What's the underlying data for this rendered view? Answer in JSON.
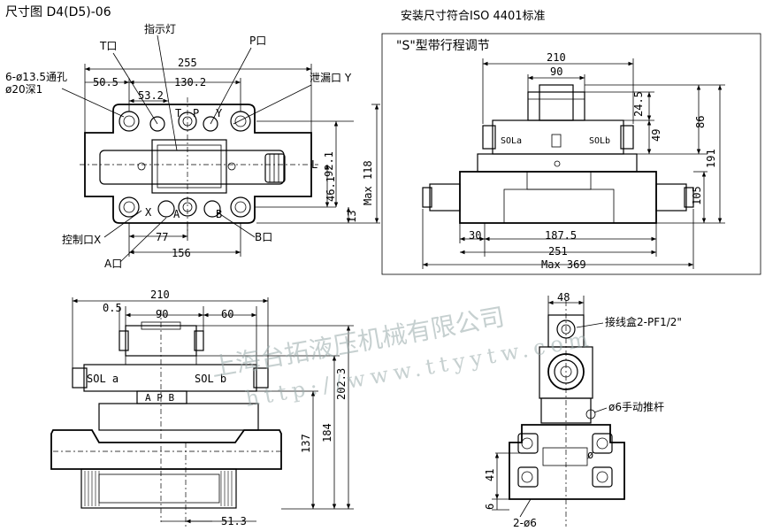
{
  "titles": {
    "main": "尺寸图 D4(D5)-06",
    "iso": "安装尺寸符合ISO 4401标准",
    "s_type": "\"S\"型带行程调节"
  },
  "top_view": {
    "callouts": {
      "indicator": "指示灯",
      "t_port": "T口",
      "p_port": "P口",
      "leak_port": "泄漏口 Y",
      "holes": "6-ø13.5通孔",
      "counterbore": "ø20深1",
      "control_x": "控制口X",
      "b_port": "B口",
      "a_port": "A口",
      "l_mark": "L"
    },
    "dims": {
      "d255": "255",
      "d50_5": "50.5",
      "d130_2": "130.2",
      "d53_2": "53.2",
      "d92_1": "92.1",
      "d46_1": "46.1",
      "d13": "13",
      "max118": "Max 118",
      "d77": "77",
      "d156": "156"
    },
    "port_letters": {
      "t": "T",
      "p": "P",
      "y": "Y",
      "x": "X",
      "a": "A",
      "b": "B"
    }
  },
  "s_view": {
    "dims": {
      "d210": "210",
      "d90": "90",
      "d24_5": "24.5",
      "d49": "49",
      "d86": "86",
      "d191": "191",
      "d105": "105",
      "d30": "30",
      "d187_5": "187.5",
      "d251": "251",
      "max369": "Max 369"
    },
    "solenoids": {
      "a": "SOLa",
      "b": "SOLb"
    }
  },
  "front_view": {
    "dims": {
      "d210": "210",
      "d0_5": "0.5",
      "d90": "90",
      "d60": "60",
      "d137": "137",
      "d184": "184",
      "d202_3": "202.3",
      "d51_3": "51.3"
    },
    "solenoids": {
      "a": "SOL a",
      "b": "SOL b"
    },
    "plate": "A P B"
  },
  "side_view": {
    "dims": {
      "d48": "48",
      "d41": "41",
      "d6": "6"
    },
    "callouts": {
      "junction_box": "接线盒2-PF1/2\"",
      "manual_pin": "ø6手动推杆",
      "pins": "2-ø6",
      "phi": "ø"
    }
  },
  "watermark": {
    "company": "上海台拓液压机械有限公司",
    "url": "http://www.ttyytw.com"
  }
}
